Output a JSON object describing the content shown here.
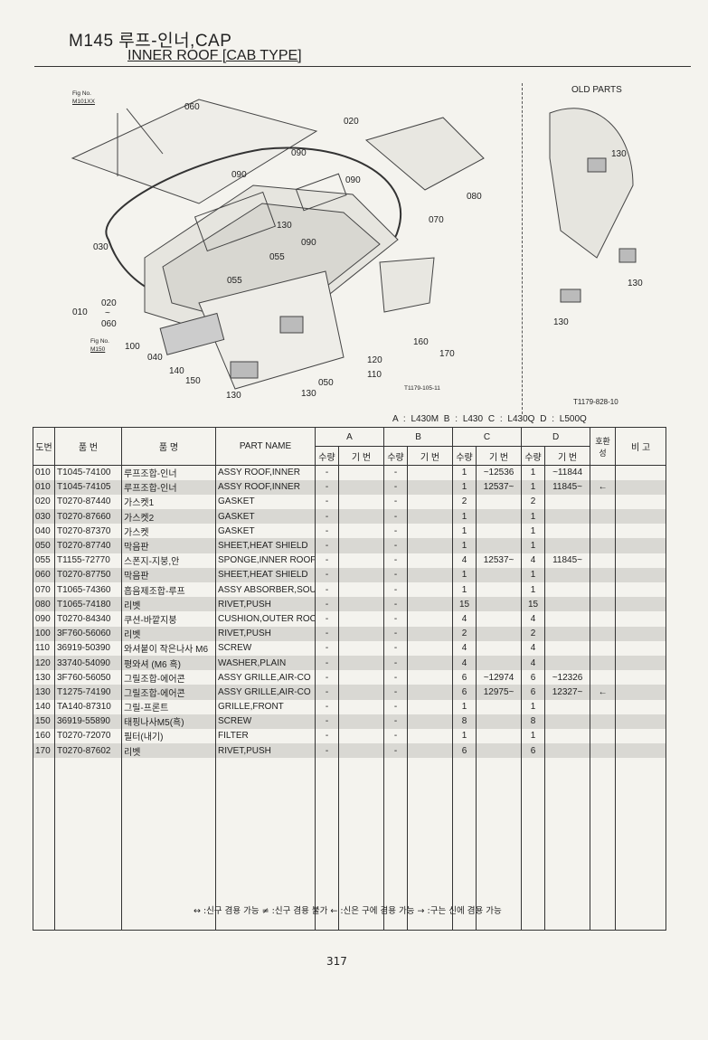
{
  "header": {
    "title": "M145  루프-인너,CAP",
    "subtitle": "INNER ROOF [CAB TYPE]"
  },
  "diagram": {
    "main_labels": [
      "Fig No.",
      "M101XX",
      "060",
      "020",
      "090",
      "090",
      "090",
      "090",
      "130",
      "055",
      "055",
      "080",
      "070",
      "030",
      "010",
      "020",
      "~",
      "060",
      "Fig No.",
      "M150",
      "100",
      "040",
      "140",
      "150",
      "130",
      "130",
      "050",
      "120",
      "110",
      "160",
      "170",
      "T1179-105-11"
    ],
    "old_parts_title": "OLD PARTS",
    "old_labels": [
      "130",
      "130",
      "130",
      "T1179-828-10"
    ]
  },
  "models": "A : L430M   B : L430   C : L430Q   D : L500Q",
  "table": {
    "headers": {
      "no": "도번",
      "part_no": "품   번",
      "name_ko": "품      명",
      "part_name": "PART  NAME",
      "a": "A",
      "b": "B",
      "c": "C",
      "d": "D",
      "qty": "수량",
      "serial": "기 번",
      "compat": "호환성",
      "remarks": "비   고"
    },
    "rows": [
      [
        "010",
        "T1045-74100",
        "루프조합-인너",
        "ASSY ROOF,INNER",
        "-",
        "",
        "-",
        "",
        "1",
        "~12536",
        "1",
        "~11844",
        "",
        ""
      ],
      [
        "010",
        "T1045-74105",
        "루프조합-인너",
        "ASSY ROOF,INNER",
        "-",
        "",
        "-",
        "",
        "1",
        "12537~",
        "1",
        "11845~",
        "←",
        ""
      ],
      [
        "020",
        "T0270-87440",
        "가스켓1",
        "GASKET",
        "-",
        "",
        "-",
        "",
        "2",
        "",
        "2",
        "",
        "",
        ""
      ],
      [
        "030",
        "T0270-87660",
        "가스켓2",
        "GASKET",
        "-",
        "",
        "-",
        "",
        "1",
        "",
        "1",
        "",
        "",
        ""
      ],
      [
        "040",
        "T0270-87370",
        "가스켓",
        "GASKET",
        "-",
        "",
        "-",
        "",
        "1",
        "",
        "1",
        "",
        "",
        ""
      ],
      [
        "050",
        "T0270-87740",
        "막음판",
        "SHEET,HEAT SHIELD",
        "-",
        "",
        "-",
        "",
        "1",
        "",
        "1",
        "",
        "",
        ""
      ],
      [
        "055",
        "T1155-72770",
        "스폰지-지붕,안",
        "SPONGE,INNER ROOF",
        "-",
        "",
        "-",
        "",
        "4",
        "12537~",
        "4",
        "11845~",
        "",
        ""
      ],
      [
        "060",
        "T0270-87750",
        "막음판",
        "SHEET,HEAT SHIELD",
        "-",
        "",
        "-",
        "",
        "1",
        "",
        "1",
        "",
        "",
        ""
      ],
      [
        "070",
        "T1065-74360",
        "흡음제조합-루프",
        "ASSY ABSORBER,SOU",
        "-",
        "",
        "-",
        "",
        "1",
        "",
        "1",
        "",
        "",
        ""
      ],
      [
        "080",
        "T1065-74180",
        "리벳",
        "RIVET,PUSH",
        "-",
        "",
        "-",
        "",
        "15",
        "",
        "15",
        "",
        "",
        ""
      ],
      [
        "090",
        "T0270-84340",
        "쿠션-바깥지붕",
        "CUSHION,OUTER ROC",
        "-",
        "",
        "-",
        "",
        "4",
        "",
        "4",
        "",
        "",
        ""
      ],
      [
        "100",
        "3F760-56060",
        "리벳",
        "RIVET,PUSH",
        "-",
        "",
        "-",
        "",
        "2",
        "",
        "2",
        "",
        "",
        ""
      ],
      [
        "110",
        "36919-50390",
        "와셔붙이 작은나사 M6",
        "SCREW",
        "-",
        "",
        "-",
        "",
        "4",
        "",
        "4",
        "",
        "",
        ""
      ],
      [
        "120",
        "33740-54090",
        "평와셔 (M6 흑)",
        "WASHER,PLAIN",
        "-",
        "",
        "-",
        "",
        "4",
        "",
        "4",
        "",
        "",
        ""
      ],
      [
        "130",
        "3F760-56050",
        "그릴조합-에어콘",
        "ASSY GRILLE,AIR-CO",
        "-",
        "",
        "-",
        "",
        "6",
        "~12974",
        "6",
        "~12326",
        "",
        ""
      ],
      [
        "130",
        "T1275-74190",
        "그릴조합-에어콘",
        "ASSY GRILLE,AIR-CO",
        "-",
        "",
        "-",
        "",
        "6",
        "12975~",
        "6",
        "12327~",
        "←",
        ""
      ],
      [
        "140",
        "TA140-87310",
        "그릴-프론트",
        "GRILLE,FRONT",
        "-",
        "",
        "-",
        "",
        "1",
        "",
        "1",
        "",
        "",
        ""
      ],
      [
        "150",
        "36919-55890",
        "태핑나사M5(흑)",
        "SCREW",
        "-",
        "",
        "-",
        "",
        "8",
        "",
        "8",
        "",
        "",
        ""
      ],
      [
        "160",
        "T0270-72070",
        "필터(내기)",
        "FILTER",
        "-",
        "",
        "-",
        "",
        "1",
        "",
        "1",
        "",
        "",
        ""
      ],
      [
        "170",
        "T0270-87602",
        "리벳",
        "RIVET,PUSH",
        "-",
        "",
        "-",
        "",
        "6",
        "",
        "6",
        "",
        "",
        ""
      ]
    ]
  },
  "legend": "↔ :신구 겸용 가능    ≠ :신구 겸용 불가    ← :신은 구에 겸용 가능    → :구는 신에 겸용 가능",
  "page_number": "317"
}
